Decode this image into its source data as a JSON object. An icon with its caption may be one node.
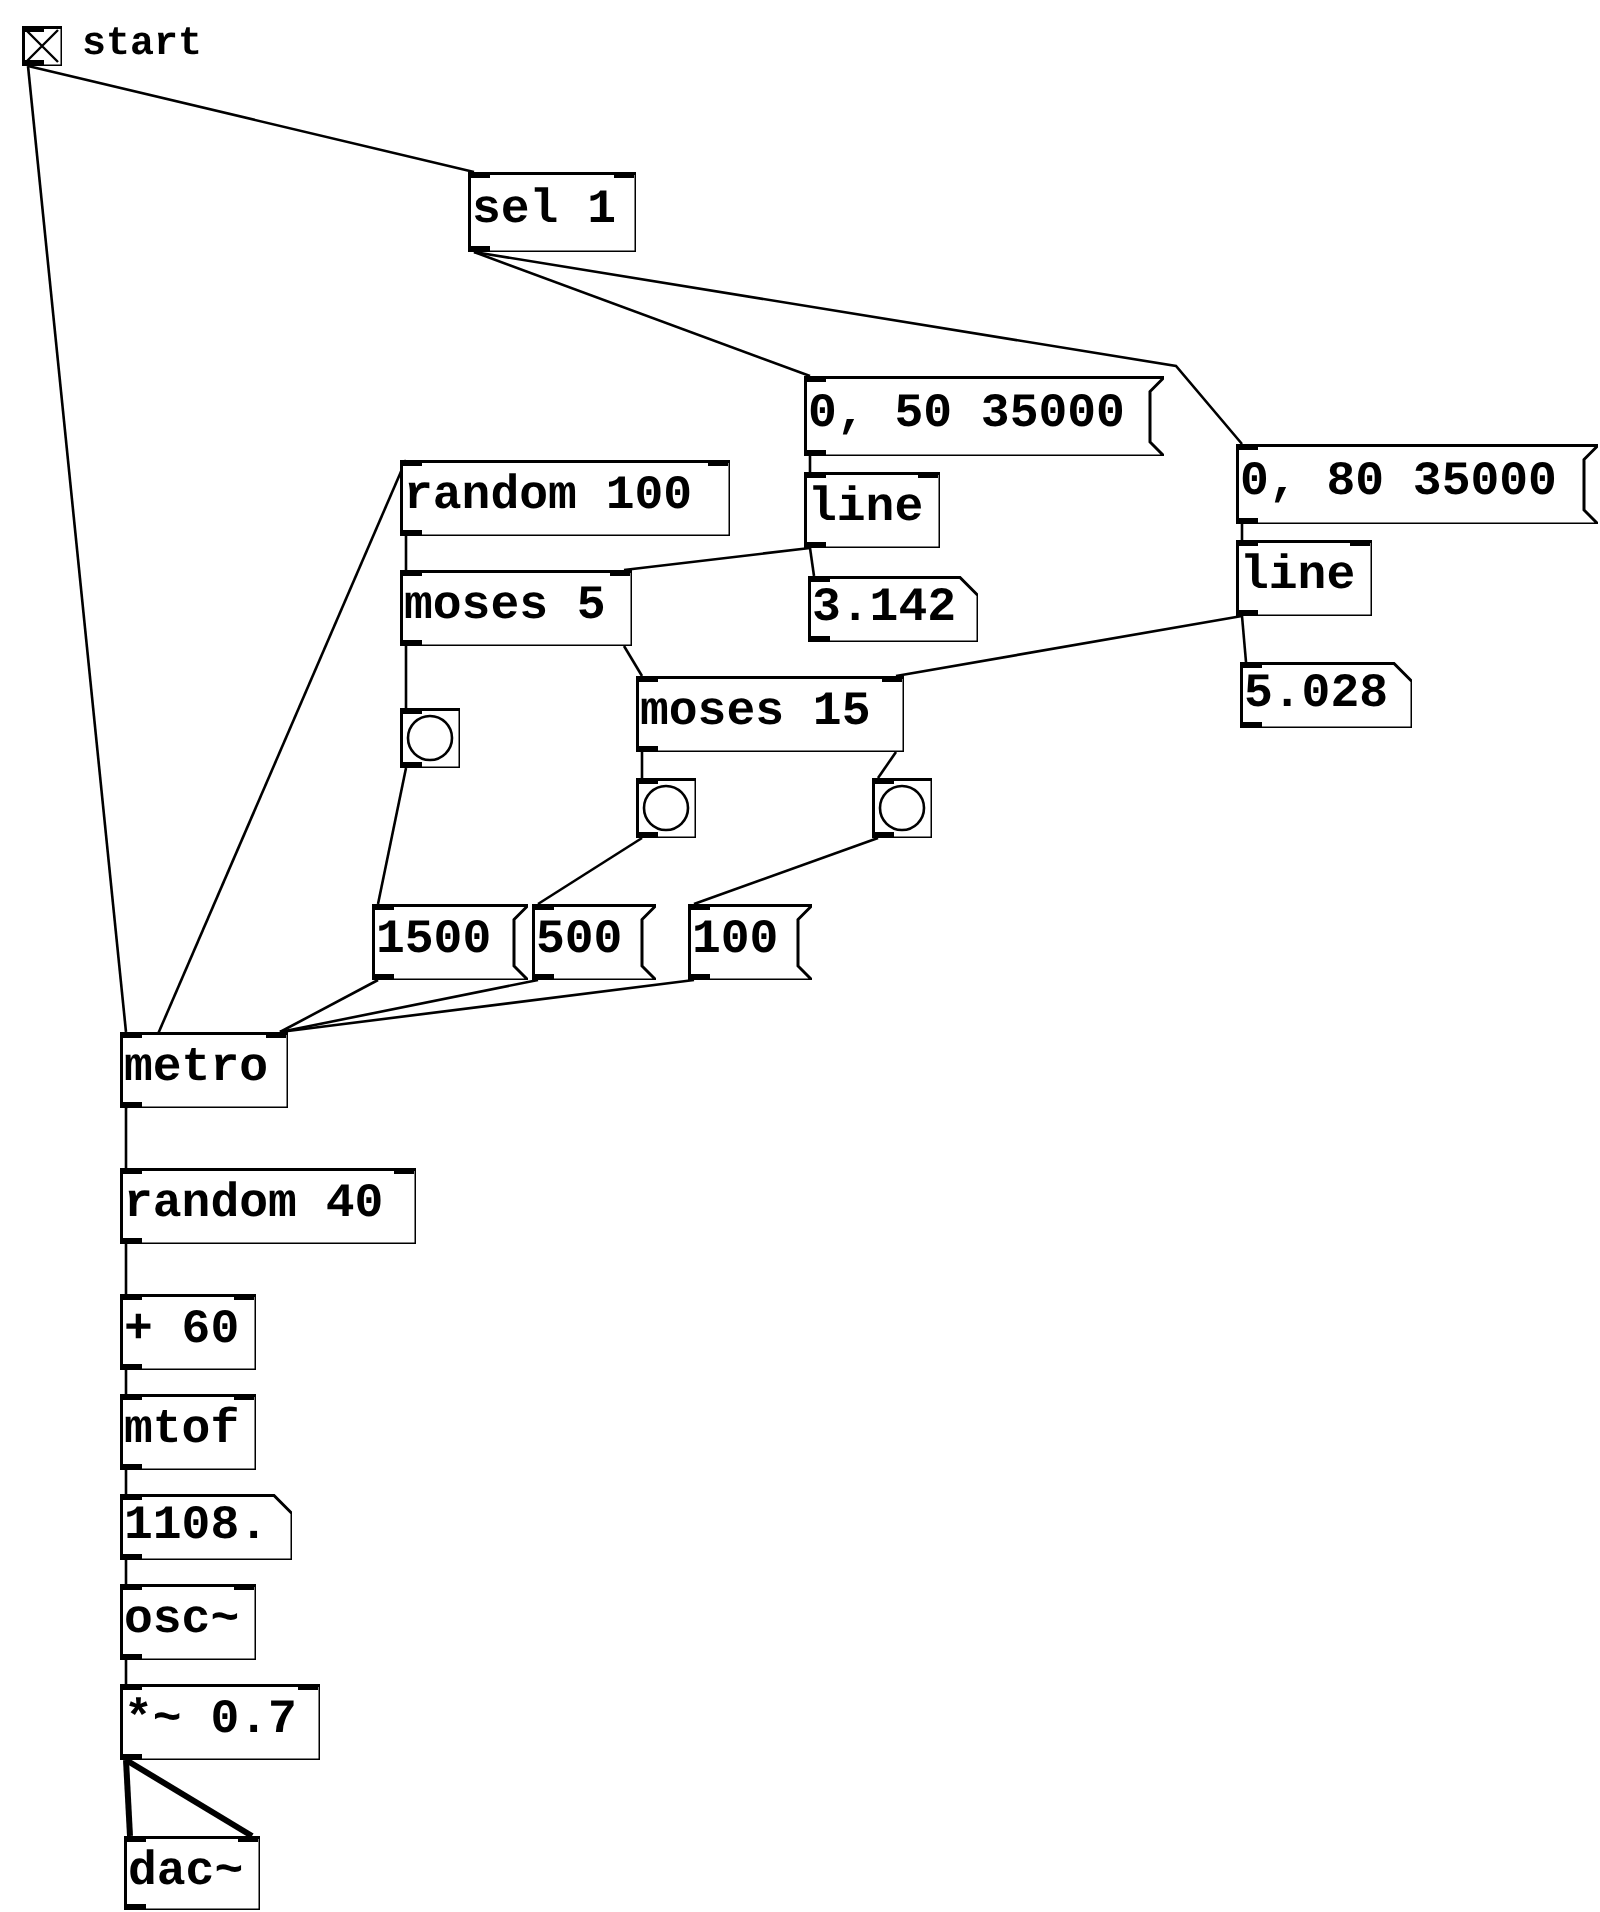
{
  "diagram": {
    "nodes": [
      {
        "text": [],
        "shape": "box",
        "beside": [
          "start"
        ]
      },
      {
        "text": [
          "sel 1"
        ]
      },
      {
        "text": [
          "0, 50 35000"
        ]
      },
      {
        "text": [
          "0, 80 35000"
        ]
      },
      {
        "text": [
          "random 100"
        ]
      },
      {
        "text": [
          "line"
        ]
      },
      {
        "text": [
          "moses 5"
        ]
      },
      {
        "text": [
          "3.142"
        ]
      },
      {
        "text": [
          "line"
        ]
      },
      {
        "text": [
          "5.028"
        ]
      },
      {
        "text": [
          "moses 15"
        ]
      },
      {
        "text": [],
        "shape": "circle"
      },
      {
        "text": [],
        "shape": "circle"
      },
      {
        "text": [],
        "shape": "circle"
      },
      {
        "text": [
          "1500"
        ]
      },
      {
        "text": [
          "500"
        ]
      },
      {
        "text": [
          "100"
        ]
      },
      {
        "text": [
          "metro"
        ]
      },
      {
        "text": [
          "random 40"
        ]
      },
      {
        "text": [
          "+ 60"
        ]
      },
      {
        "text": [
          "mtof"
        ]
      },
      {
        "text": [
          "1108."
        ]
      },
      {
        "text": [
          "osc~"
        ]
      },
      {
        "text": [
          "*~ 0.7"
        ]
      },
      {
        "text": [
          "dac~"
        ]
      }
    ],
    "edges": [
      {
        "from": 0,
        "to": 1,
        "arrow": "none"
      },
      {
        "from": 0,
        "to": 17,
        "arrow": "none"
      },
      {
        "from": 1,
        "to": 2,
        "arrow": "none"
      },
      {
        "from": 1,
        "to": 3,
        "arrow": "none"
      },
      {
        "from": 2,
        "to": 5,
        "arrow": "none"
      },
      {
        "from": 3,
        "to": 8,
        "arrow": "none"
      },
      {
        "from": 4,
        "to": 6,
        "arrow": "none"
      },
      {
        "from": 5,
        "to": 6,
        "arrow": "none"
      },
      {
        "from": 5,
        "to": 7,
        "arrow": "none"
      },
      {
        "from": 8,
        "to": 10,
        "arrow": "none"
      },
      {
        "from": 8,
        "to": 9,
        "arrow": "none"
      },
      {
        "from": 6,
        "to": 11,
        "arrow": "none"
      },
      {
        "from": 6,
        "to": 10,
        "arrow": "none"
      },
      {
        "from": 10,
        "to": 12,
        "arrow": "none"
      },
      {
        "from": 10,
        "to": 13,
        "arrow": "none"
      },
      {
        "from": 11,
        "to": 14,
        "arrow": "none"
      },
      {
        "from": 12,
        "to": 15,
        "arrow": "none"
      },
      {
        "from": 13,
        "to": 16,
        "arrow": "none"
      },
      {
        "from": 14,
        "to": 17,
        "arrow": "none"
      },
      {
        "from": 15,
        "to": 17,
        "arrow": "none"
      },
      {
        "from": 16,
        "to": 17,
        "arrow": "none"
      },
      {
        "from": 17,
        "to": 4,
        "arrow": "none"
      },
      {
        "from": 17,
        "to": 18,
        "arrow": "none"
      },
      {
        "from": 18,
        "to": 19,
        "arrow": "none"
      },
      {
        "from": 19,
        "to": 20,
        "arrow": "none"
      },
      {
        "from": 20,
        "to": 21,
        "arrow": "none"
      },
      {
        "from": 21,
        "to": 22,
        "arrow": "none"
      },
      {
        "from": 22,
        "to": 23,
        "arrow": "none"
      },
      {
        "from": 23,
        "to": 24,
        "arrow": "none",
        "style": "thick"
      },
      {
        "from": 23,
        "to": 24,
        "arrow": "none",
        "style": "thick"
      }
    ]
  }
}
